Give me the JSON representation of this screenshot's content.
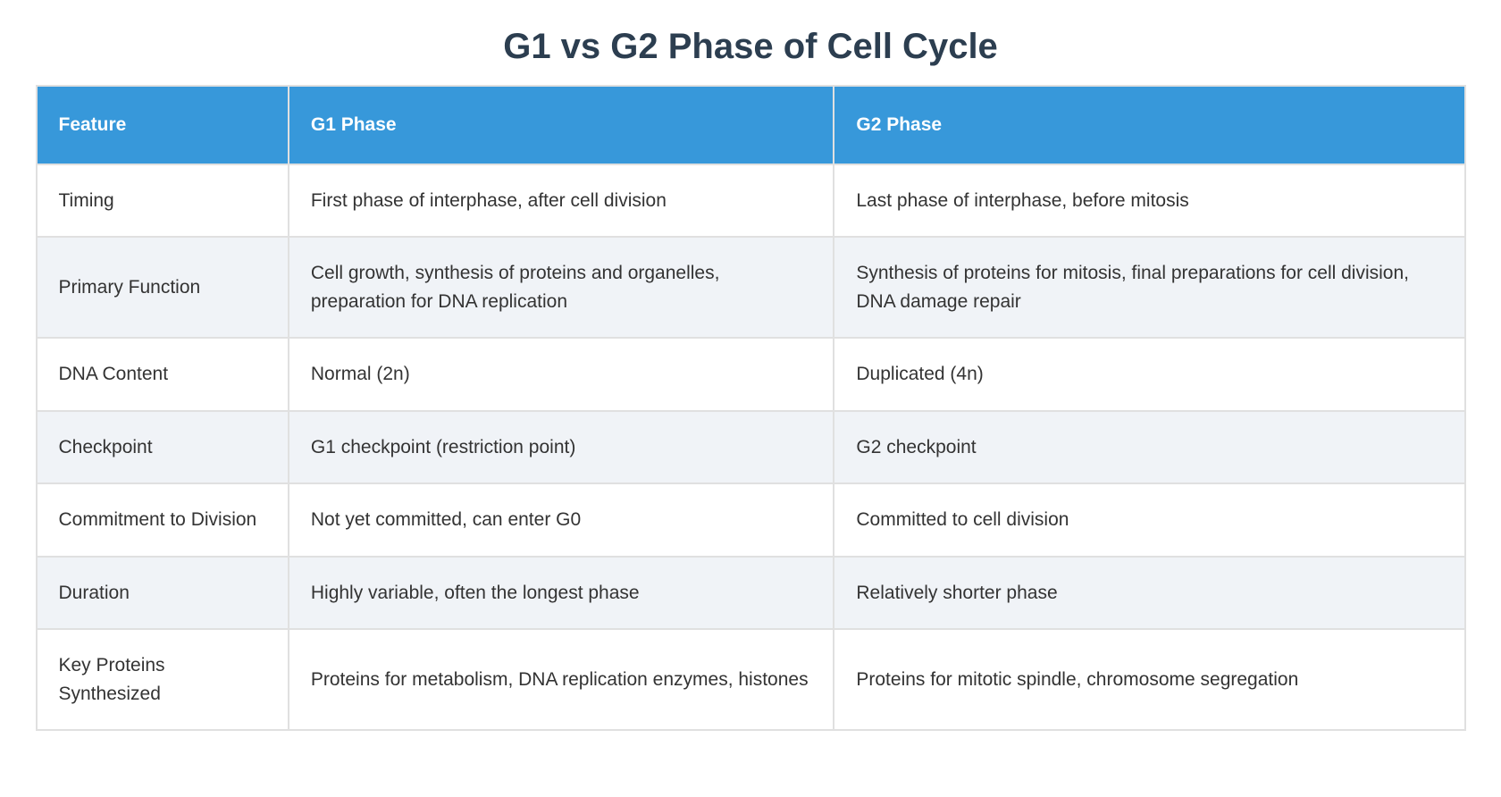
{
  "page": {
    "title": "G1 vs G2 Phase of Cell Cycle"
  },
  "colors": {
    "header_bg": "#3798da",
    "header_text": "#ffffff",
    "title_text": "#2c3e50",
    "body_text": "#333333",
    "row_bg": "#ffffff",
    "row_alt_bg": "#f0f3f7",
    "grid": "#e0e0e0",
    "page_bg": "#ffffff"
  },
  "table": {
    "columns": [
      "Feature",
      "G1 Phase",
      "G2 Phase"
    ],
    "rows": [
      {
        "feature": "Timing",
        "g1": "First phase of interphase, after cell division",
        "g2": "Last phase of interphase, before mitosis"
      },
      {
        "feature": "Primary Function",
        "g1": "Cell growth, synthesis of proteins and organelles, preparation for DNA replication",
        "g2": "Synthesis of proteins for mitosis, final preparations for cell division, DNA damage repair"
      },
      {
        "feature": "DNA Content",
        "g1": "Normal (2n)",
        "g2": "Duplicated (4n)"
      },
      {
        "feature": "Checkpoint",
        "g1": "G1 checkpoint (restriction point)",
        "g2": "G2 checkpoint"
      },
      {
        "feature": "Commitment to Division",
        "g1": "Not yet committed, can enter G0",
        "g2": "Committed to cell division"
      },
      {
        "feature": "Duration",
        "g1": "Highly variable, often the longest phase",
        "g2": "Relatively shorter phase"
      },
      {
        "feature": "Key Proteins Synthesized",
        "g1": "Proteins for metabolism, DNA replication enzymes, histones",
        "g2": "Proteins for mitotic spindle, chromosome segregation"
      }
    ]
  }
}
